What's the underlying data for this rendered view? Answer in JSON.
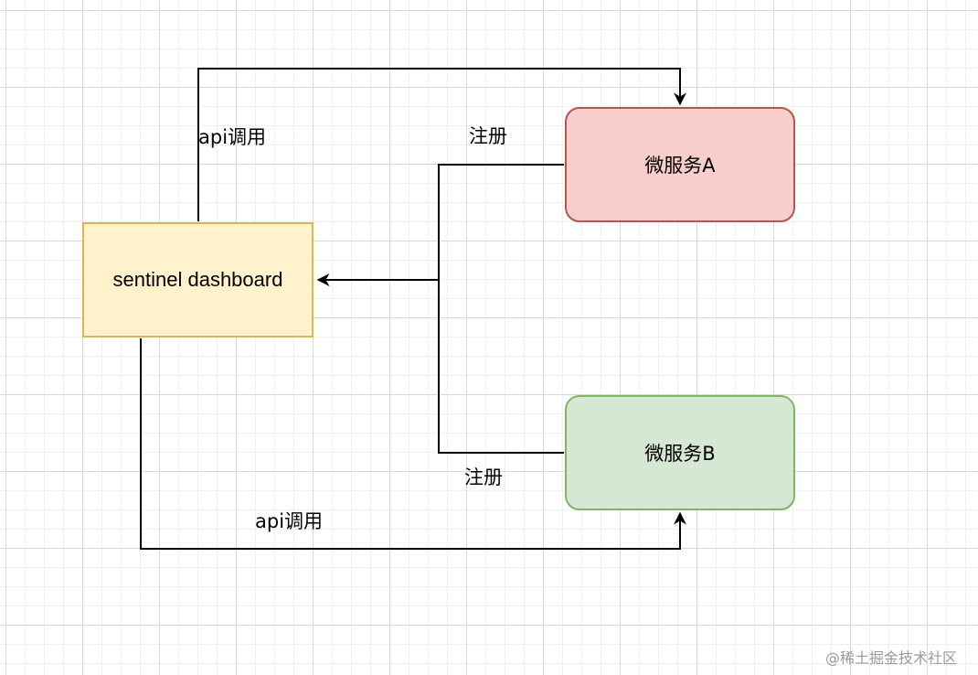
{
  "nodes": {
    "dashboard": {
      "label": "sentinel dashboard",
      "fill": "#fff2cc",
      "stroke": "#d6b656"
    },
    "service_a": {
      "label": "微服务A",
      "fill": "#f8cecc",
      "stroke": "#b85450"
    },
    "service_b": {
      "label": "微服务B",
      "fill": "#d5e8d4",
      "stroke": "#82b366"
    }
  },
  "edges": {
    "api_to_a": {
      "label": "api调用",
      "from": "sentinel dashboard",
      "to": "微服务A"
    },
    "a_register": {
      "label": "注册",
      "from": "微服务A",
      "to": "sentinel dashboard"
    },
    "b_register": {
      "label": "注册",
      "from": "微服务B",
      "to": "sentinel dashboard"
    },
    "api_to_b": {
      "label": "api调用",
      "from": "sentinel dashboard",
      "to": "微服务B"
    }
  },
  "watermark": "@稀土掘金技术社区"
}
